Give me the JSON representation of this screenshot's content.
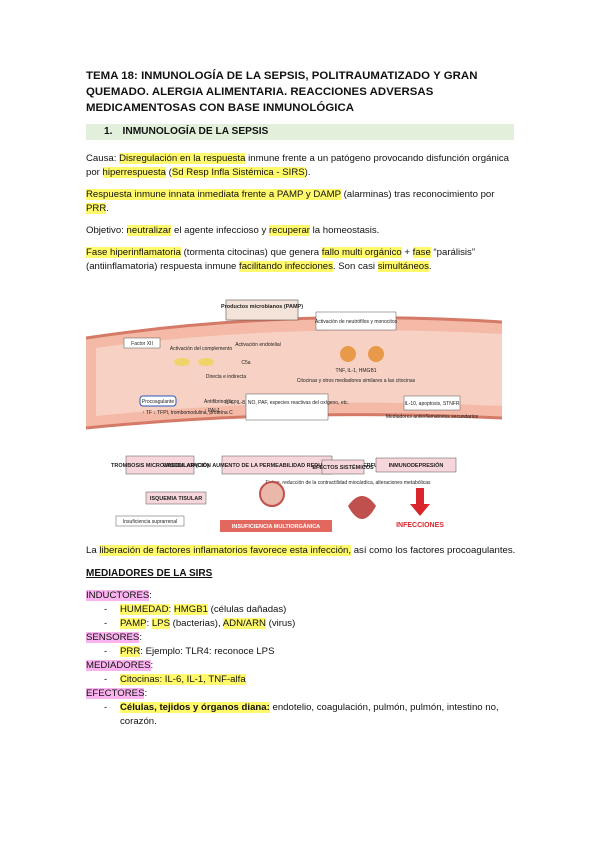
{
  "title": "TEMA 18: INMUNOLOGÍA DE LA SEPSIS, POLITRAUMATIZADO Y GRAN QUEMADO. ALERGIA ALIMENTARIA. REACCIONES ADVERSAS MEDICAMENTOSAS CON BASE INMUNOLÓGICA",
  "section1": {
    "num": "1.",
    "label": "INMUNOLOGÍA DE LA SEPSIS"
  },
  "p1": {
    "a": "Causa: ",
    "b": "Disregulación en la respuesta",
    "c": " inmune frente a un patógeno provocando disfunción orgánica por ",
    "d": "hiperrespuesta",
    "e": " (",
    "f": "Sd Resp Infla Sistémica - SIRS",
    "g": ")."
  },
  "p2": {
    "a": "Respuesta inmune innata inmediata frente a PAMP y DAMP",
    "b": " (alarminas) tras reconocimiento por ",
    "c": "PRR",
    "d": "."
  },
  "p3": {
    "a": "Objetivo: ",
    "b": "neutralizar",
    "c": " el agente infeccioso y ",
    "d": "recuperar",
    "e": " la homeostasis."
  },
  "p4": {
    "a": "Fase hiperinflamatoria",
    "b": " (tormenta citocinas) que genera ",
    "c": "fallo multi orgánico",
    "d": " + ",
    "e": "fase",
    "f": " “parálisis”",
    "g": " (antiinflamatoria) respuesta inmune ",
    "h": "facilitando infecciones",
    "i": ". Son casi ",
    "j": "simultáneos",
    "k": "."
  },
  "figure": {
    "top_box": "Productos microbianos (PAMP)",
    "right_box": "Activación de neutrófilos y monocitos",
    "factor_xii": "Factor XII",
    "complement": "Activación del complemento",
    "c5a": "C5a",
    "endothelial": "Activación endotelial",
    "direct": "Directa e indirecta",
    "cytokines": "TNF, IL-1, HMGB1",
    "cytokines_note": "Citocinas y otros mediadores similares a las citocinas",
    "procoag": "Procoagulante",
    "procoag_list": "↑ TF\n↓ TFPI, trombomodulina, proteína C",
    "antifib": "Antifibrinolítico",
    "antifib_list": "↑ PAI-1",
    "mediators": "IL-6, IL-8, NO, PAF, especies reactivas del oxígeno, etc.",
    "anti_inflam": "IL-10, apoptosis, STNFR",
    "anti_inflam_note": "Mediadores antiinflamatorios secundarios",
    "thrombosis": "TROMBOSIS MICROVASCULAR (CID)",
    "vasodil": "VASODILATACIÓN AUMENTO DE LA PERMEABILIDAD REDUCCIÓN DE LA PERFUSIÓN",
    "systemic": "EFECTOS SISTÉMICOS",
    "systemic_note": "Fiebre, reducción de la contractilidad miocárdica, alteraciones metabólicas",
    "immunodep": "INMUNODEPRESIÓN",
    "ischemia": "ISQUEMIA TISULAR",
    "adrenal": "Insuficiencia suprarrenal",
    "multiorgan": "INSUFICIENCIA MULTIORGÁNICA",
    "infections": "INFECCIONES"
  },
  "p5": {
    "a": "La ",
    "b": "liberación de factores inflamatorios favorece esta infección,",
    "c": " así como los factores procoagulantes."
  },
  "sirs_title": "MEDIADORES DE LA SIRS",
  "inductores": {
    "label": "INDUCTORES",
    "colon": ":"
  },
  "ind_1": {
    "a": "HUMEDAD",
    "b": ": ",
    "c": "HMGB1",
    "d": " (células dañadas)"
  },
  "ind_2": {
    "a": "PAMP",
    "b": ": ",
    "c": "LPS",
    "d": " (bacterias), ",
    "e": "ADN/ARN",
    "f": " (virus)"
  },
  "sensores": {
    "label": "SENSORES",
    "colon": ":"
  },
  "sen_1": {
    "a": "PRR",
    "b": ": Ejemplo: TLR4: reconoce LPS"
  },
  "mediadores": {
    "label": "MEDIADORES",
    "colon": ":"
  },
  "med_1": {
    "a": "Citocinas: IL-6, IL-1, TNF-alfa"
  },
  "efectores": {
    "label": "EFECTORES",
    "colon": ":"
  },
  "efe_1": {
    "a": "Células, tejidos y órganos diana:",
    "b": " endotelio, coagulación, pulmón, pulmón, intestino no, corazón."
  },
  "dash": "-",
  "colors": {
    "highlight_yellow": "#fff96b",
    "highlight_pink": "#fbb3ef",
    "heading_bg": "#e2efda"
  }
}
